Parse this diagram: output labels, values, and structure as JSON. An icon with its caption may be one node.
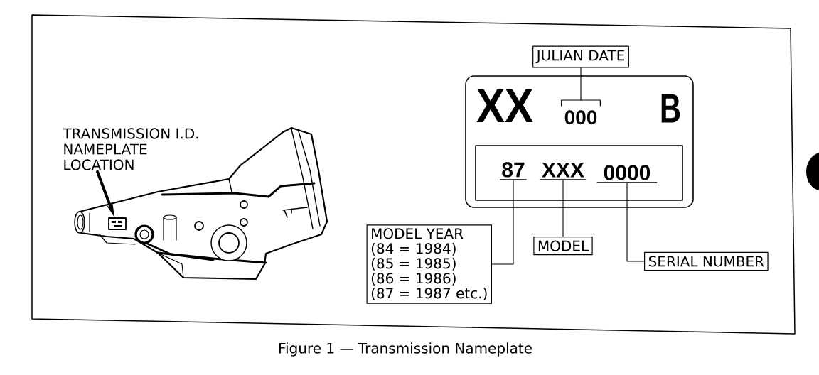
{
  "diagram": {
    "caption": "Figure 1 — Transmission Nameplate",
    "nodes": [
      {
        "text": [
          "JULIAN DATE"
        ]
      },
      {
        "text": [
          "XX",
          "B"
        ]
      },
      {
        "text": [
          "000"
        ],
        "in": 1
      },
      {
        "text": [],
        "shape": "box",
        "in": 1
      },
      {
        "text": [
          "87"
        ],
        "in": 3
      },
      {
        "text": [
          "XXX"
        ],
        "in": 3
      },
      {
        "text": [
          "0000"
        ],
        "in": 3
      },
      {
        "text": [
          "TRANSMISSION I.D. NAMEPLATE LOCATION"
        ]
      },
      {
        "text": [],
        "shape": "box"
      },
      {
        "text": [
          "MODEL YEAR",
          "(84 = 1984)",
          "(85 = 1985)",
          "(86 = 1986)",
          "(87 = 1987 etc.)"
        ]
      },
      {
        "text": [
          "MODEL"
        ]
      },
      {
        "text": [
          "SERIAL NUMBER"
        ]
      }
    ],
    "edges": [
      {
        "from": 0,
        "to": 2,
        "arrow": "none"
      },
      {
        "from": 4,
        "to": 9,
        "arrow": "none"
      },
      {
        "from": 5,
        "to": 10,
        "arrow": "none"
      },
      {
        "from": 6,
        "to": 11,
        "arrow": "none"
      },
      {
        "from": 7,
        "to": 8,
        "arrow": "to",
        "style": "thick"
      }
    ]
  }
}
